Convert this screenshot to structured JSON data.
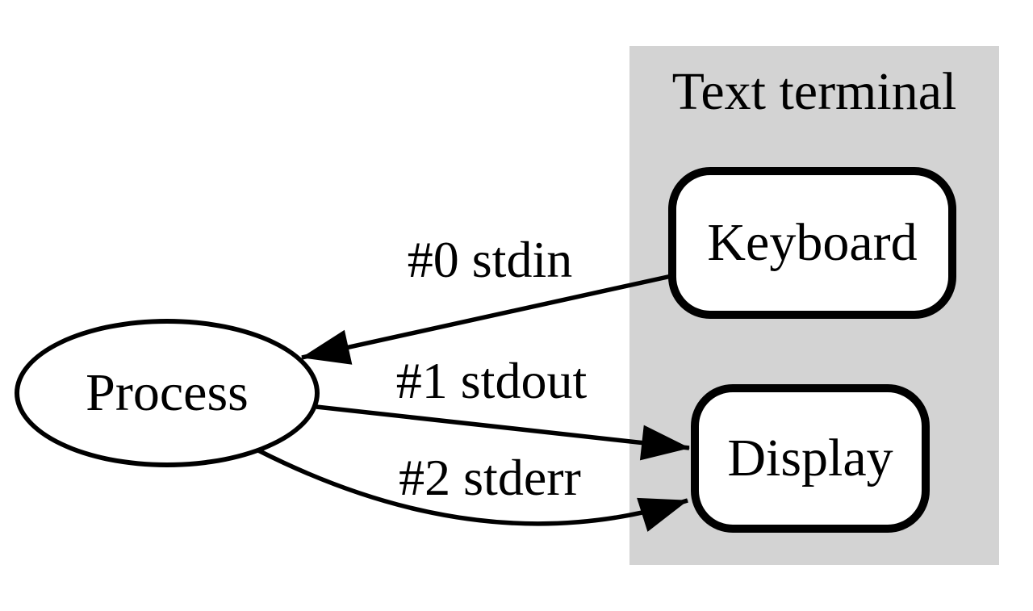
{
  "diagram": {
    "terminal_group": {
      "label": "Text terminal",
      "bg_color": "#d3d3d3"
    },
    "nodes": {
      "process": {
        "label": "Process",
        "shape": "ellipse"
      },
      "keyboard": {
        "label": "Keyboard",
        "shape": "rounded-rect"
      },
      "display": {
        "label": "Display",
        "shape": "rounded-rect"
      }
    },
    "edges": [
      {
        "label": "#0 stdin",
        "from": "keyboard",
        "to": "process"
      },
      {
        "label": "#1 stdout",
        "from": "process",
        "to": "display"
      },
      {
        "label": "#2 stderr",
        "from": "process",
        "to": "display"
      }
    ],
    "colors": {
      "background": "#ffffff",
      "terminal_bg": "#d3d3d3",
      "stroke": "#000000",
      "node_fill": "#ffffff"
    }
  }
}
